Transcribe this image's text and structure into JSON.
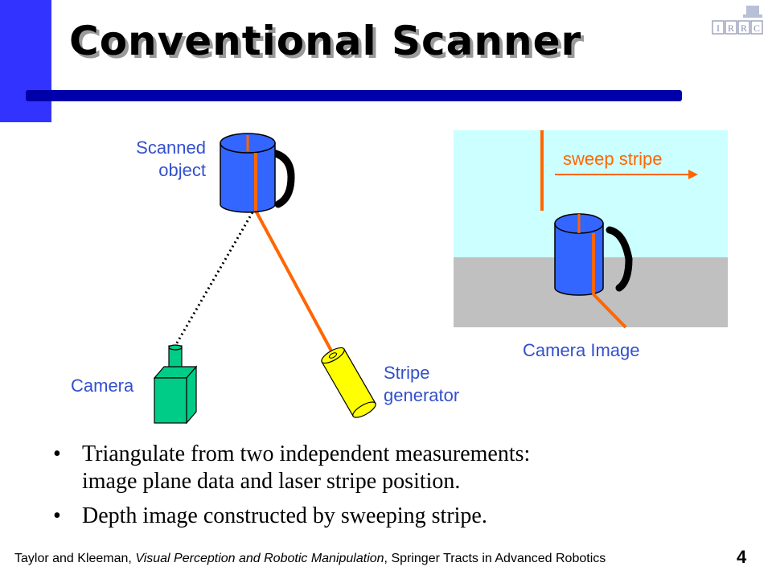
{
  "title": "Conventional Scanner",
  "logo": {
    "letters": [
      "I",
      "R",
      "R",
      "C"
    ]
  },
  "labels": {
    "scanned_object_line1": "Scanned",
    "scanned_object_line2": "object",
    "camera": "Camera",
    "stripe_generator_line1": "Stripe",
    "stripe_generator_line2": "generator",
    "sweep_stripe": "sweep stripe",
    "camera_image": "Camera Image"
  },
  "bullets": [
    {
      "line1": "Triangulate from two independent measurements:",
      "line2": "image plane data and laser stripe position."
    },
    {
      "line1": "Depth image constructed by sweeping stripe."
    }
  ],
  "footer": {
    "authors": "Taylor and Kleeman, ",
    "book": "Visual Perception and Robotic Manipulation",
    "series": ", Springer Tracts in Advanced Robotics"
  },
  "page_number": "4",
  "colors": {
    "accent_blue": "#3333ff",
    "underline_blue": "#0000aa",
    "mug_blue": "#3366ff",
    "stripe_orange": "#ff6600",
    "camera_green": "#00cc88",
    "generator_yellow": "#ffff00",
    "sky": "#ccffff",
    "floor": "#c0c0c0",
    "label_blue": "#3350cc"
  }
}
